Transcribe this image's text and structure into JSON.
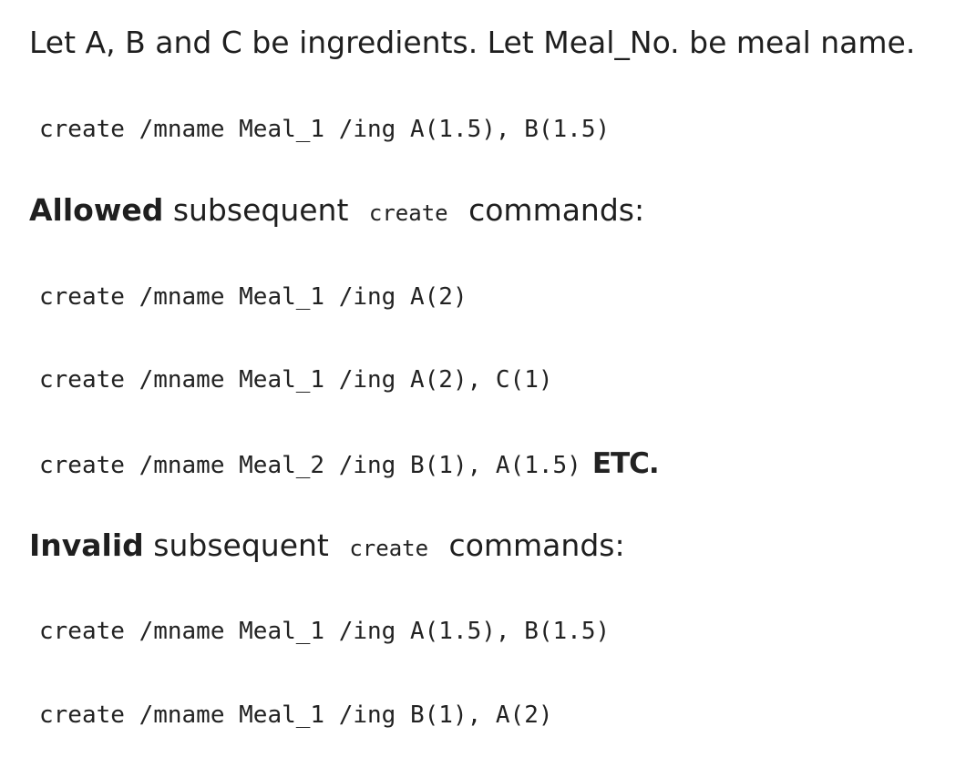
{
  "intro": "Let A, B and C be ingredients. Let Meal_No. be meal name.",
  "initial_command": "create /mname Meal_1 /ing A(1.5), B(1.5)",
  "allowed_heading": {
    "bold": "Allowed",
    "before_code": " subsequent ",
    "code": "create",
    "after_code": " commands:"
  },
  "allowed_commands": [
    "create /mname Meal_1 /ing A(2)",
    "create /mname Meal_1 /ing A(2), C(1)",
    "create /mname Meal_2 /ing B(1), A(1.5)"
  ],
  "etc_label": "ETC.",
  "invalid_heading": {
    "bold": "Invalid",
    "before_code": " subsequent ",
    "code": "create",
    "after_code": " commands:"
  },
  "invalid_commands": [
    "create /mname Meal_1 /ing A(1.5), B(1.5)",
    "create /mname Meal_1 /ing B(1), A(2)"
  ]
}
